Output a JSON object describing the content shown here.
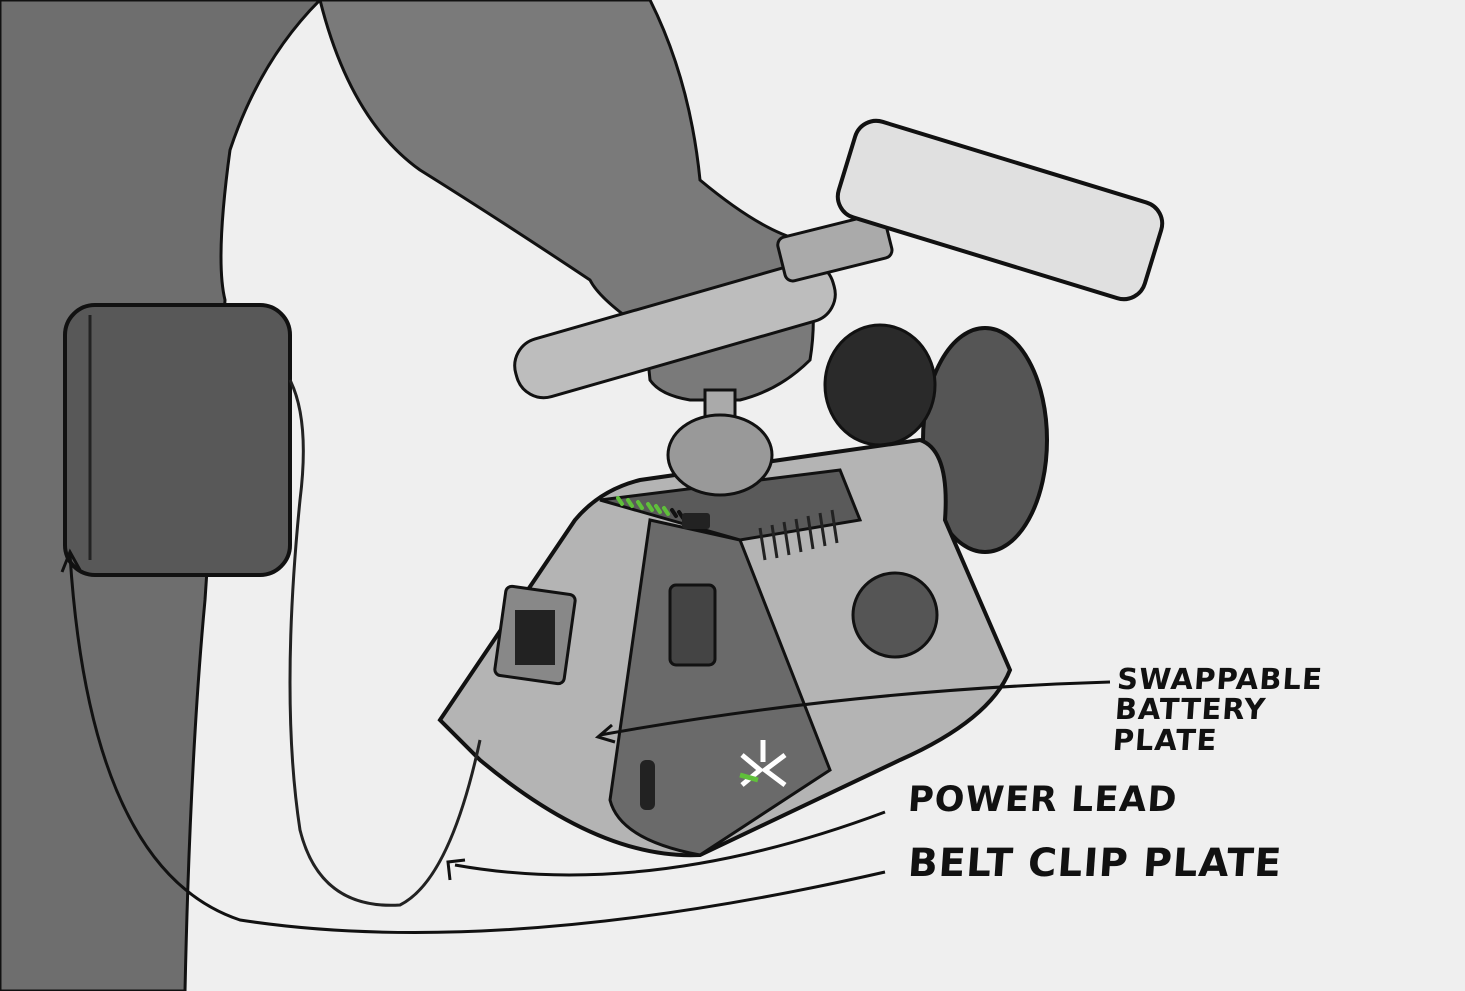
{
  "annotations": {
    "battery_plate": "SWAPPABLE BATTERY PLATE",
    "power_lead": "POWER LEAD",
    "belt_clip_plate": "BELT CLIP PLATE"
  },
  "colors": {
    "accent_green": "#5fbf3a",
    "paper": "#efefef",
    "ink": "#111111"
  },
  "battery_indicator": {
    "segments_total": 8,
    "segments_lit": 6
  }
}
